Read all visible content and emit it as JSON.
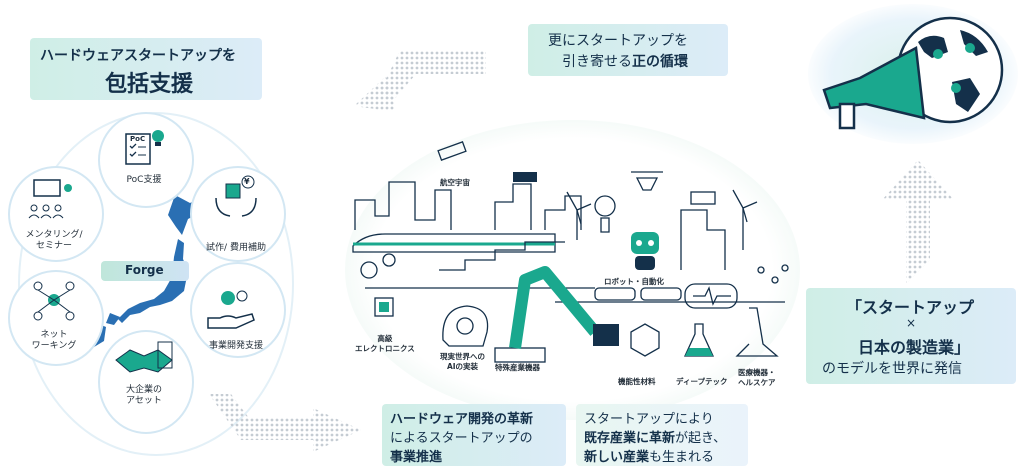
{
  "support": {
    "title_line1": "ハードウェアスタートアップを",
    "title_line2": "包括支援",
    "center": "Forge",
    "items": [
      {
        "label": "PoC支援",
        "icon": "checklist-lightbulb-icon"
      },
      {
        "label": "試作/ 費用補助",
        "icon": "hands-chip-icon"
      },
      {
        "label": "事業開発支援",
        "icon": "hand-gears-icon"
      },
      {
        "label": "大企業の\nアセット",
        "icon": "handshake-building-icon"
      },
      {
        "label": "ネット\nワーキング",
        "icon": "network-people-icon"
      },
      {
        "label": "メンタリング/\nセミナー",
        "icon": "presentation-icon"
      }
    ],
    "poc_text": "PoC",
    "yen": "¥"
  },
  "cycle": {
    "line1": "更にスタートアップを",
    "line2_normal": "引き寄せる",
    "line2_bold": "正の循環"
  },
  "message": {
    "line1": "「スタートアップ",
    "line2": "×",
    "line3": "日本の製造業」",
    "line4": "のモデルを世界に発信"
  },
  "illustration": {
    "labels": {
      "aerospace": "航空宇宙",
      "robot": "ロボット・自動化",
      "electronics": "高級\nエレクトロニクス",
      "ai": "現実世界への\nAIの実装",
      "machine": "特殊産業機器",
      "materials": "機能性材料",
      "deeptech": "ディープテック",
      "medical": "医療機器・\nヘルスケア"
    }
  },
  "bottom_left": {
    "line1": "ハードウェア開発の革新",
    "line2": "によるスタートアップの",
    "line3": "事業推進"
  },
  "bottom_right": {
    "line1": "スタートアップにより",
    "line2_bold": "既存産業に革新",
    "line2_normal": "が起き、",
    "line3_bold": "新しい産業",
    "line3_normal": "も生まれる"
  },
  "colors": {
    "teal": "#1aa88e",
    "navy": "#14304a",
    "blue_light": "#d3e7f3",
    "box_gradient_start": "#cfeee6",
    "box_gradient_end": "#dcecf8",
    "japan_blue": "#2a6fb3"
  }
}
